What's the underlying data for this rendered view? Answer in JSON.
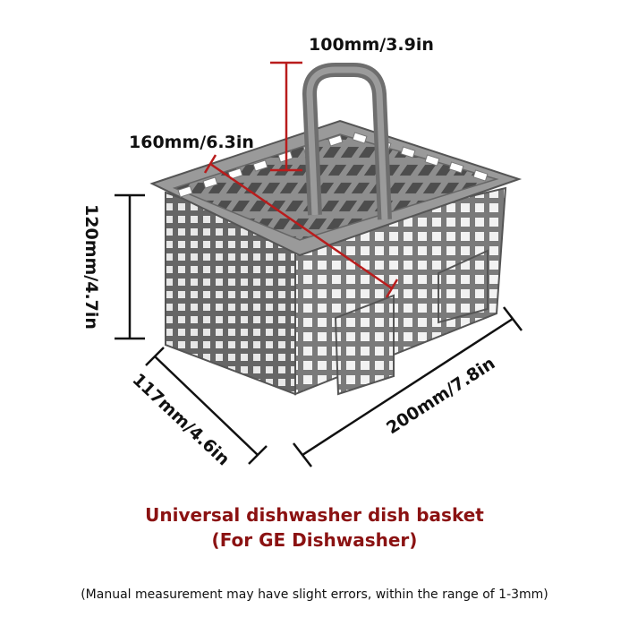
{
  "dimensions": {
    "handle_height": "100mm/3.9in",
    "inner_length": "160mm/6.3in",
    "height": "120mm/4.7in",
    "width": "117mm/4.6in",
    "length": "200mm/7.8in"
  },
  "caption": {
    "line1": "Universal dishwasher dish basket",
    "line2": "(For GE Dishwasher)"
  },
  "note": "(Manual measurement may have slight errors, within the range of 1-3mm)",
  "colors": {
    "basket": "#8c8c8c",
    "basket_dark": "#5e5e5e",
    "highlight": "#b91c1c",
    "caption": "#8b1212"
  }
}
